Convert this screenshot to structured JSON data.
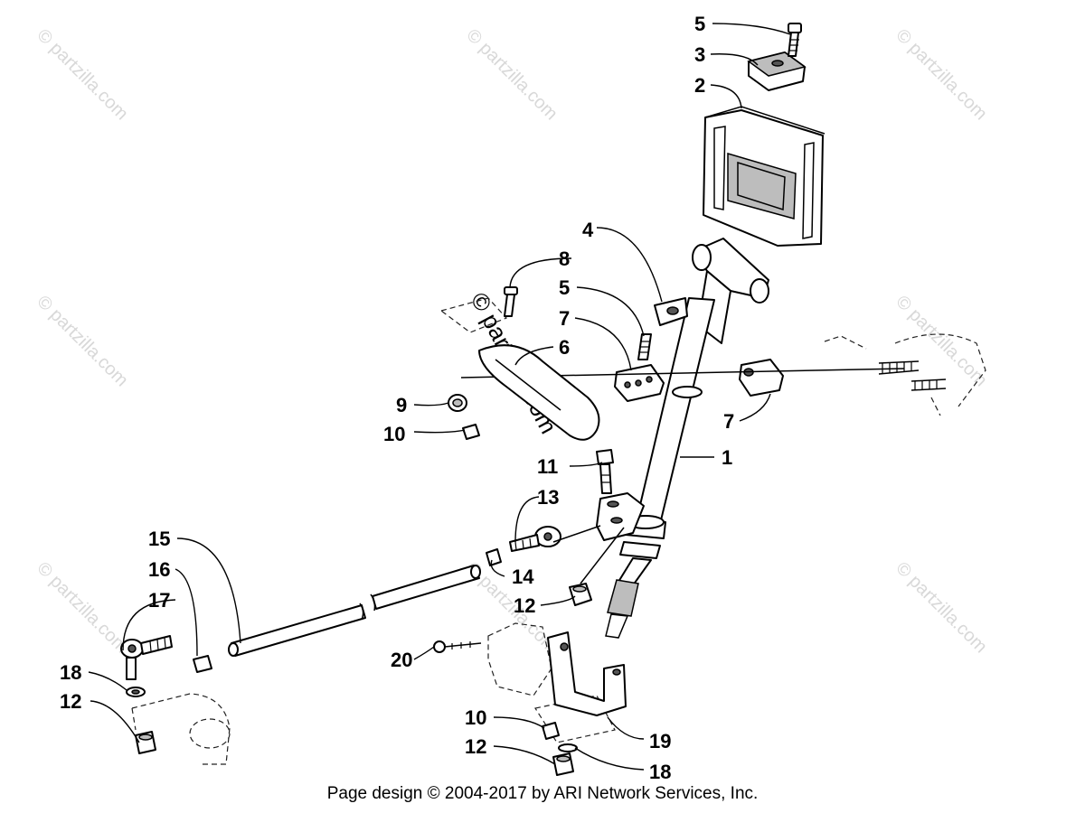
{
  "watermark": "© partzilla.com",
  "watermark_center": "© partzilla.com",
  "callouts": {
    "c5a": "5",
    "c3": "3",
    "c2": "2",
    "c4": "4",
    "c8": "8",
    "c5b": "5",
    "c7a": "7",
    "c6": "6",
    "c9": "9",
    "c10a": "10",
    "c7b": "7",
    "c1": "1",
    "c11": "11",
    "c13": "13",
    "c15": "15",
    "c16": "16",
    "c17": "17",
    "c14": "14",
    "c12a": "12",
    "c18a": "18",
    "c12b": "12",
    "c20": "20",
    "c10b": "10",
    "c19": "19",
    "c12c": "12",
    "c18b": "18"
  },
  "footer": "Page design © 2004-2017 by ARI Network Services, Inc."
}
